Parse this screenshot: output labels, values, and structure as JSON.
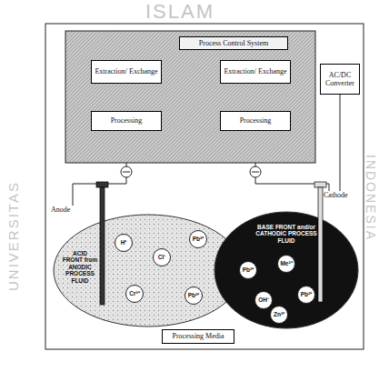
{
  "diagram": {
    "nodes": [
      {
        "text": [
          "Process Control System"
        ]
      },
      {
        "text": [
          "Extraction/ Exchange"
        ],
        "in": 0
      },
      {
        "text": [
          "Processing"
        ],
        "in": 0
      },
      {
        "text": [
          "Extraction/ Exchange"
        ],
        "in": 0
      },
      {
        "text": [
          "Processing"
        ],
        "in": 0
      },
      {
        "text": [
          "AC/DC Converter"
        ]
      },
      {
        "text": [
          "Anode"
        ]
      },
      {
        "text": [
          "Cathode"
        ]
      },
      {
        "text": [
          "ACID FRONT from ANODIC PROCESS FLUID"
        ]
      },
      {
        "text": [
          "H⁺"
        ],
        "in": 8
      },
      {
        "text": [
          "Cl⁻"
        ],
        "in": 8
      },
      {
        "text": [
          "Pb²⁺"
        ],
        "in": 8
      },
      {
        "text": [
          "Cr³⁺"
        ],
        "in": 8
      },
      {
        "text": [
          "Pb²⁺"
        ],
        "in": 8
      },
      {
        "text": [
          "BASE FRONT and/or CATHODIC PROCESS FLUID"
        ]
      },
      {
        "text": [
          "Pb²⁺"
        ],
        "in": 14
      },
      {
        "text": [
          "Me²⁺"
        ],
        "in": 14
      },
      {
        "text": [
          "OH⁻"
        ],
        "in": 14
      },
      {
        "text": [
          "Pb²⁺"
        ],
        "in": 14
      },
      {
        "text": [
          "Zn²⁺"
        ],
        "in": 14
      },
      {
        "text": [
          "Processing Media"
        ]
      }
    ],
    "edges": [
      {
        "from": 2,
        "to": 6,
        "arrow": "none"
      },
      {
        "from": 4,
        "to": 7,
        "arrow": "none"
      },
      {
        "from": 5,
        "to": 7,
        "arrow": "none"
      }
    ],
    "labels": [
      "ISLAM",
      "UNIVERSITAS",
      "INDONESIA"
    ]
  }
}
